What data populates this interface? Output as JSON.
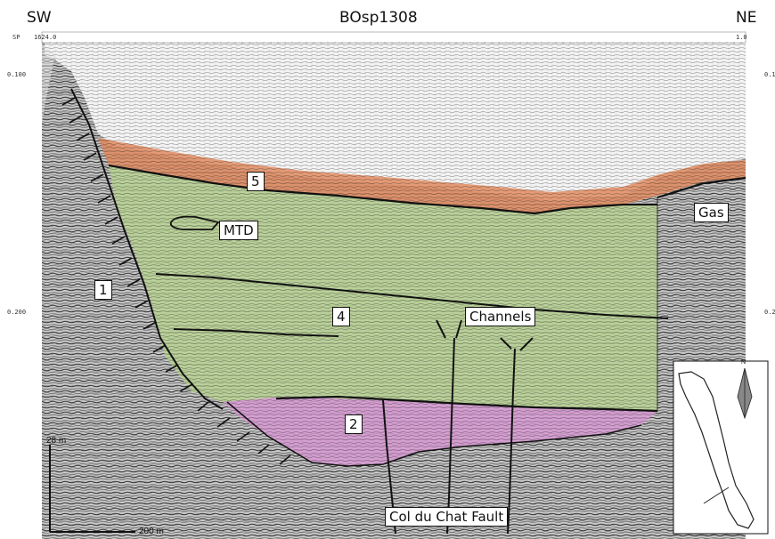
{
  "title": "BOsp1308",
  "direction": {
    "left": "SW",
    "right": "NE"
  },
  "trace_axis": {
    "label": "SP",
    "start": "1624.0",
    "end": "1.0"
  },
  "time_ticks": {
    "left_top": "0.100",
    "left_mid": "0.200",
    "right_top": "0.1",
    "right_mid": "0.2"
  },
  "units": [
    {
      "id": "1",
      "label": "1"
    },
    {
      "id": "2",
      "label": "2",
      "color": "#d89ad4"
    },
    {
      "id": "4",
      "label": "4",
      "color": "#b9d492"
    },
    {
      "id": "5",
      "label": "5",
      "color": "#e08a5e"
    }
  ],
  "annotations": {
    "mtd": "MTD",
    "gas": "Gas",
    "channels": "Channels",
    "fault": "Col du Chat Fault"
  },
  "scale": {
    "vertical": "28 m",
    "horizontal": "200 m"
  },
  "inset": {
    "north": "N"
  },
  "colors": {
    "seismic_bg": "#9a9a9a",
    "horizon": "#111111"
  }
}
